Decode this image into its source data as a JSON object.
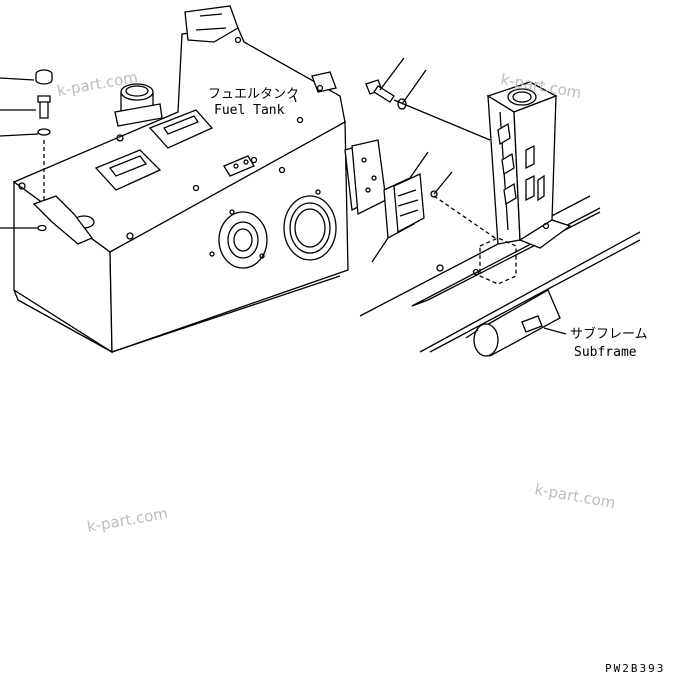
{
  "labels": {
    "fuel_tank_jp": "フュエルタンク",
    "fuel_tank_en": "Fuel Tank",
    "subframe_jp": "サブフレーム",
    "subframe_en": "Subframe",
    "drawing_code": "PW2B393"
  },
  "watermarks": [
    "k-part.com",
    "k-part.com",
    "k-part.com"
  ],
  "parts": {
    "tank": "fuel-tank",
    "subframe": "subframe",
    "bracket": "mounting-bracket"
  }
}
